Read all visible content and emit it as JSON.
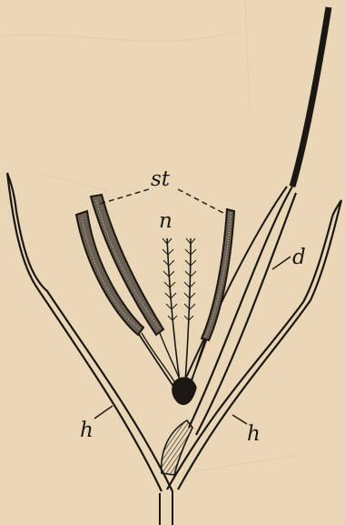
{
  "figure": {
    "labels": {
      "stamens": "st",
      "stigmas": "n",
      "awn": "d",
      "glume_left": "h",
      "glume_right": "h"
    },
    "colors": {
      "paper": "#ead7b8",
      "ink": "#1b1712",
      "anther": "#6a5f53"
    }
  }
}
